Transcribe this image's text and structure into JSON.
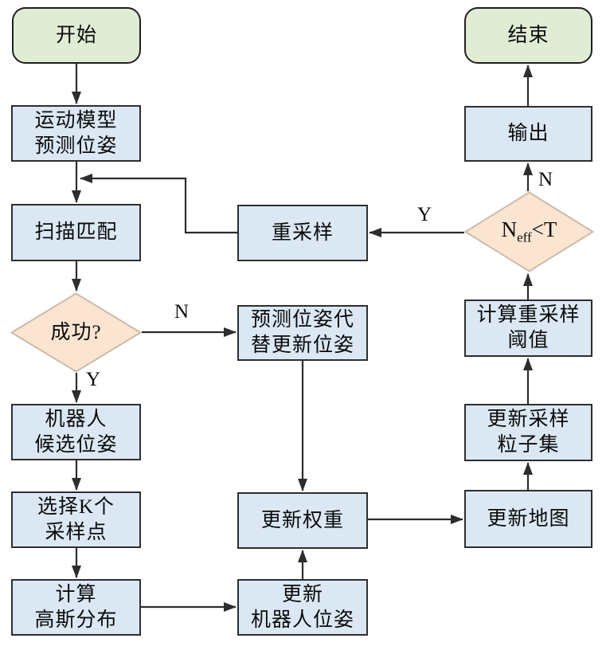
{
  "colors": {
    "page-bg": "#ffffff",
    "node-fill": "#dbe8f4",
    "node-border": "#2e2e2e",
    "terminal-fill": "#e0ecd4",
    "terminal-border": "#1f1f1f",
    "diamond-fill": "#fbe5d1",
    "diamond-border": "#ccbaa8",
    "edge-color": "#2d2d2d",
    "text-color": "#0a0a0a"
  },
  "nodes": {
    "start": {
      "label": "开始"
    },
    "end": {
      "label": "结束"
    },
    "motion_model": {
      "label": "运动模型\n预测位姿"
    },
    "output": {
      "label": "输出"
    },
    "scan_match": {
      "label": "扫描匹配"
    },
    "resample": {
      "label": "重采样"
    },
    "success": {
      "label": "成功?"
    },
    "pred_replace": {
      "label": "预测位姿代\n替更新位姿"
    },
    "neff": {
      "main": "N",
      "sub": "eff",
      "rest": "<T"
    },
    "calc_threshold": {
      "label": "计算重采样\n阈值"
    },
    "robot_candidate": {
      "label": "机器人\n候选位姿"
    },
    "update_particles": {
      "label": "更新采样\n粒子集"
    },
    "select_k": {
      "label": "选择K个\n采样点"
    },
    "update_weight": {
      "label": "更新权重"
    },
    "update_map": {
      "label": "更新地图"
    },
    "calc_gaussian": {
      "label": "计算\n高斯分布"
    },
    "update_robot_pose": {
      "label": "更新\n机器人位姿"
    }
  },
  "edge_labels": {
    "success_no": "N",
    "success_yes": "Y",
    "neff_no": "N",
    "neff_yes": "Y"
  }
}
